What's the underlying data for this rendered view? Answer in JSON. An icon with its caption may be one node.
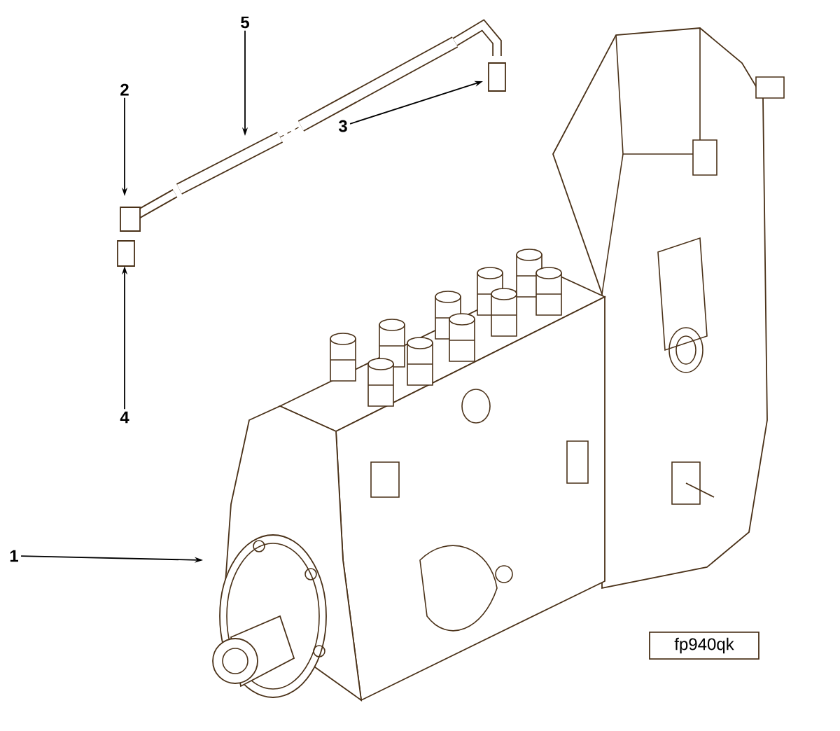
{
  "diagram": {
    "nodes": [
      {
        "text": [
          "1"
        ]
      },
      {
        "text": [
          "2"
        ]
      },
      {
        "text": [
          "3"
        ]
      },
      {
        "text": [
          "4"
        ]
      },
      {
        "text": [
          "5"
        ]
      },
      {
        "text": [
          "fp940qk"
        ]
      }
    ],
    "edges": [
      {
        "from": 0,
        "to": null,
        "arrow": "to"
      },
      {
        "from": 1,
        "to": null,
        "arrow": "to"
      },
      {
        "from": 2,
        "to": null,
        "arrow": "to"
      },
      {
        "from": 3,
        "to": null,
        "arrow": "to"
      },
      {
        "from": 4,
        "to": null,
        "arrow": "to"
      }
    ]
  }
}
